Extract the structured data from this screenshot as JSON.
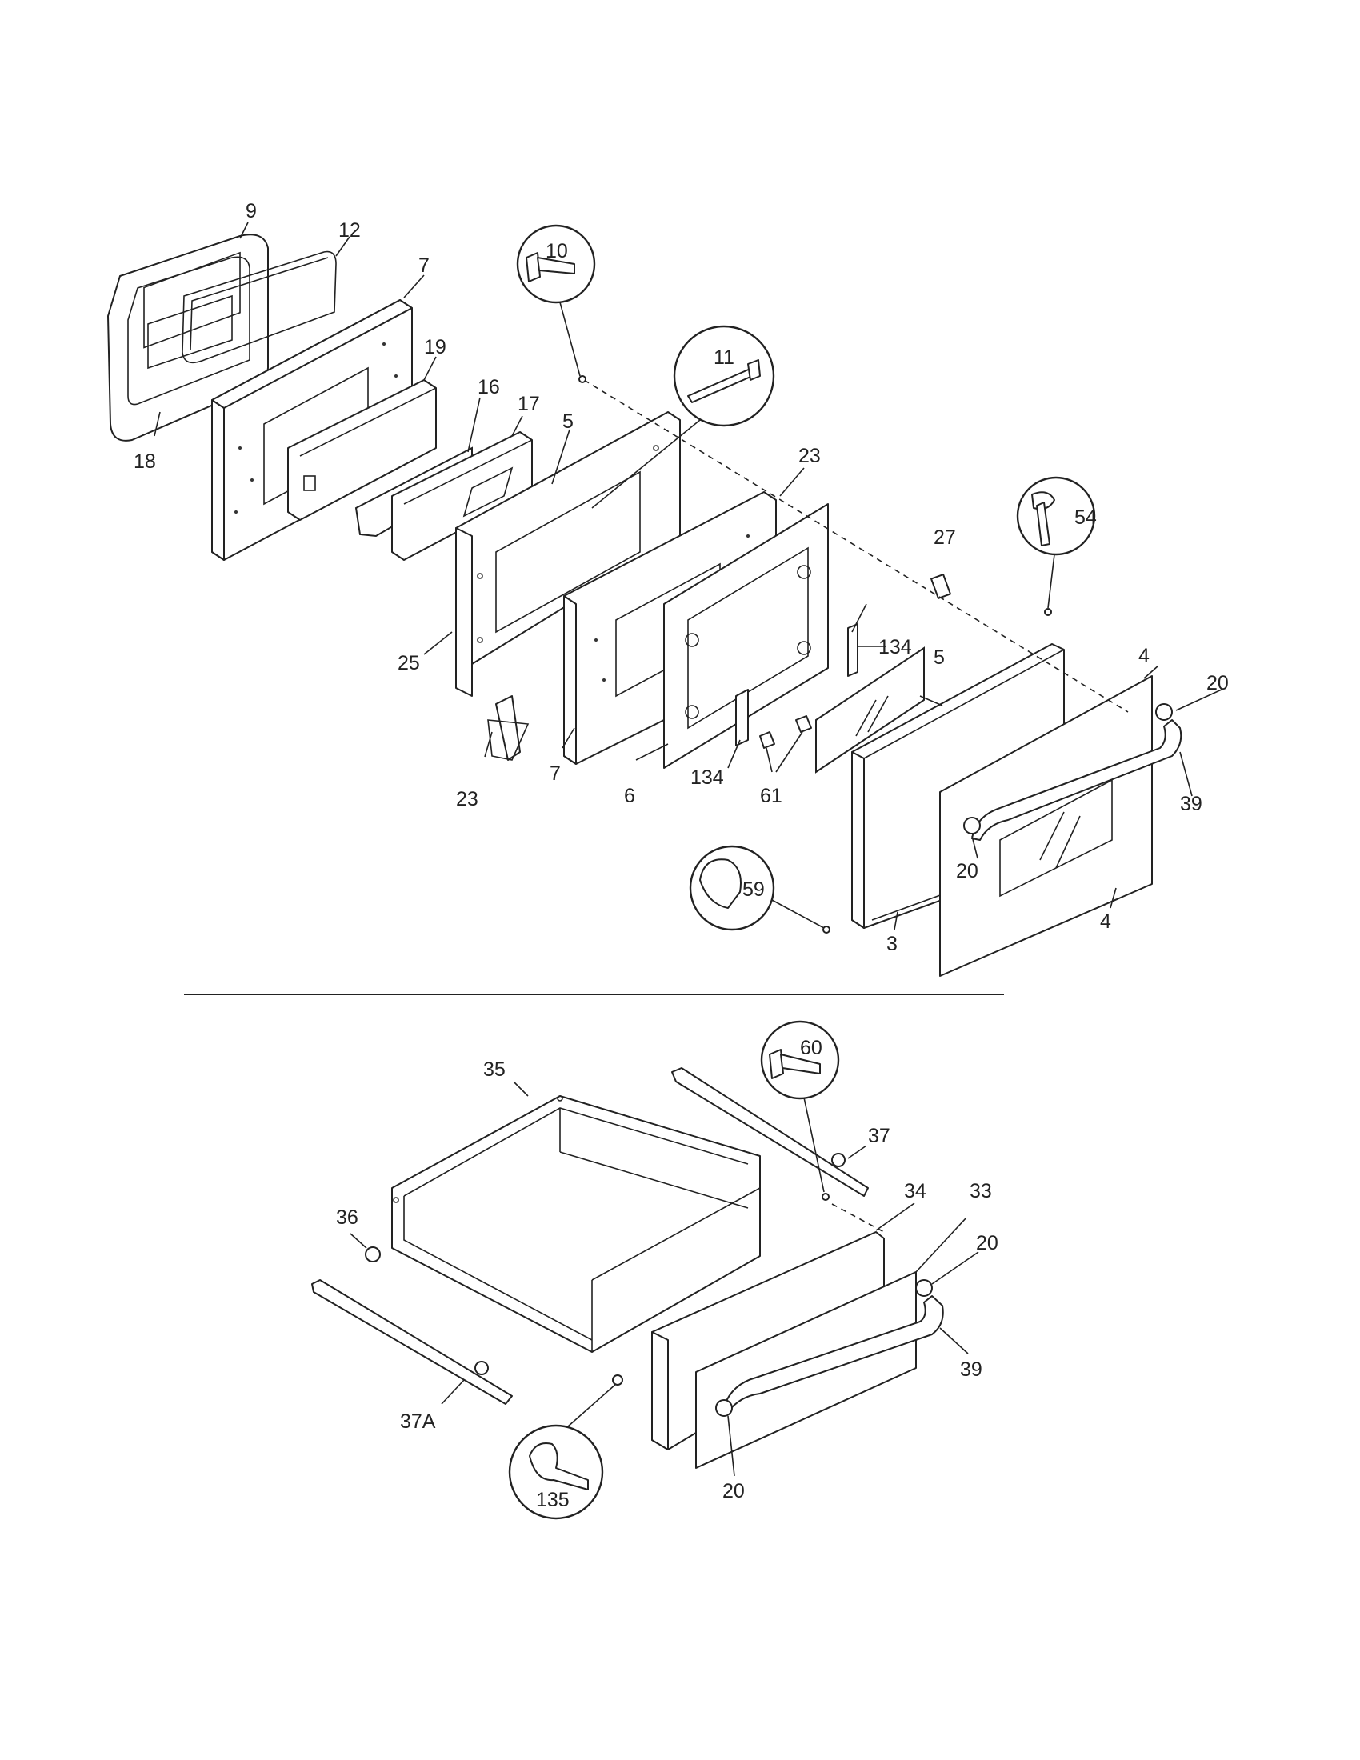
{
  "door_assembly": {
    "labels": {
      "p9": "9",
      "p12": "12",
      "p7a": "7",
      "p19": "19",
      "p16": "16",
      "p17": "17",
      "p5a": "5",
      "p18": "18",
      "p10": "10",
      "p11": "11",
      "p23a": "23",
      "p25": "25",
      "p23b": "23",
      "p7b": "7",
      "p6": "6",
      "p134a": "134",
      "p134b": "134",
      "p61": "61",
      "p27": "27",
      "p54": "54",
      "p5b": "5",
      "p4a": "4",
      "p20a": "20",
      "p39": "39",
      "p20b": "20",
      "p4b": "4",
      "p59": "59",
      "p3": "3"
    }
  },
  "drawer_assembly": {
    "labels": {
      "p35": "35",
      "p60": "60",
      "p37": "37",
      "p36": "36",
      "p34": "34",
      "p33": "33",
      "p20c": "20",
      "p39b": "39",
      "p37a": "37A",
      "p135": "135",
      "p20d": "20"
    }
  }
}
